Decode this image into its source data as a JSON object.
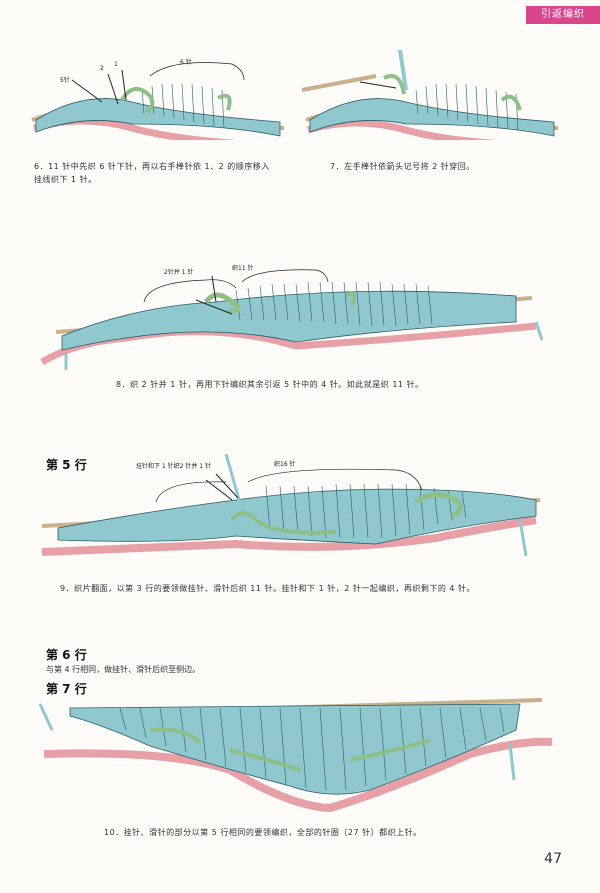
{
  "header": {
    "section_tag": "引返编织"
  },
  "fig6": {
    "label_5": "5针",
    "label_2": "2",
    "label_1": "1",
    "label_6": "6 针",
    "caption": "6．11 针中先织 6 针下针，再以右手棒针依 1、2 的顺序移入挂线织下 1 针。"
  },
  "fig7": {
    "caption": "7．左手棒针依箭头记号将 2 针穿回。"
  },
  "fig8": {
    "label_k2tog": "2针并 1 针",
    "label_k11": "织11 针",
    "caption": "8．织 2 针并 1 针，再用下针编织其余引返 5 针中的 4 针。如此就是织 11 针。"
  },
  "row5": {
    "heading": "第 5 行",
    "label_combo": "挂针和下 1 针织2 针并 1 针",
    "label_k16": "织16 针",
    "caption": "9．织片翻面，以第 3 行的要领做挂针、滑针后织 11 针。挂针和下 1 针，2 针一起编织，再织剩下的 4 针。"
  },
  "row6": {
    "heading": "第 6 行",
    "note": "与第 4 行相同，做挂针、滑针后织至侧边。"
  },
  "row7": {
    "heading": "第 7 行",
    "caption": "10．挂针、滑针的部分以第 5 行相同的要领编织，全部的针圈（27 针）都织上针。"
  },
  "footer": {
    "page_number": "47"
  },
  "colors": {
    "knit_blue": "#8fc8cf",
    "knit_outline": "#2c5c6a",
    "accent_green": "#8fbf86",
    "pink_cast_on": "#e6a0a6",
    "needle": "#c7b08a",
    "tag_bg": "#d9468e"
  }
}
